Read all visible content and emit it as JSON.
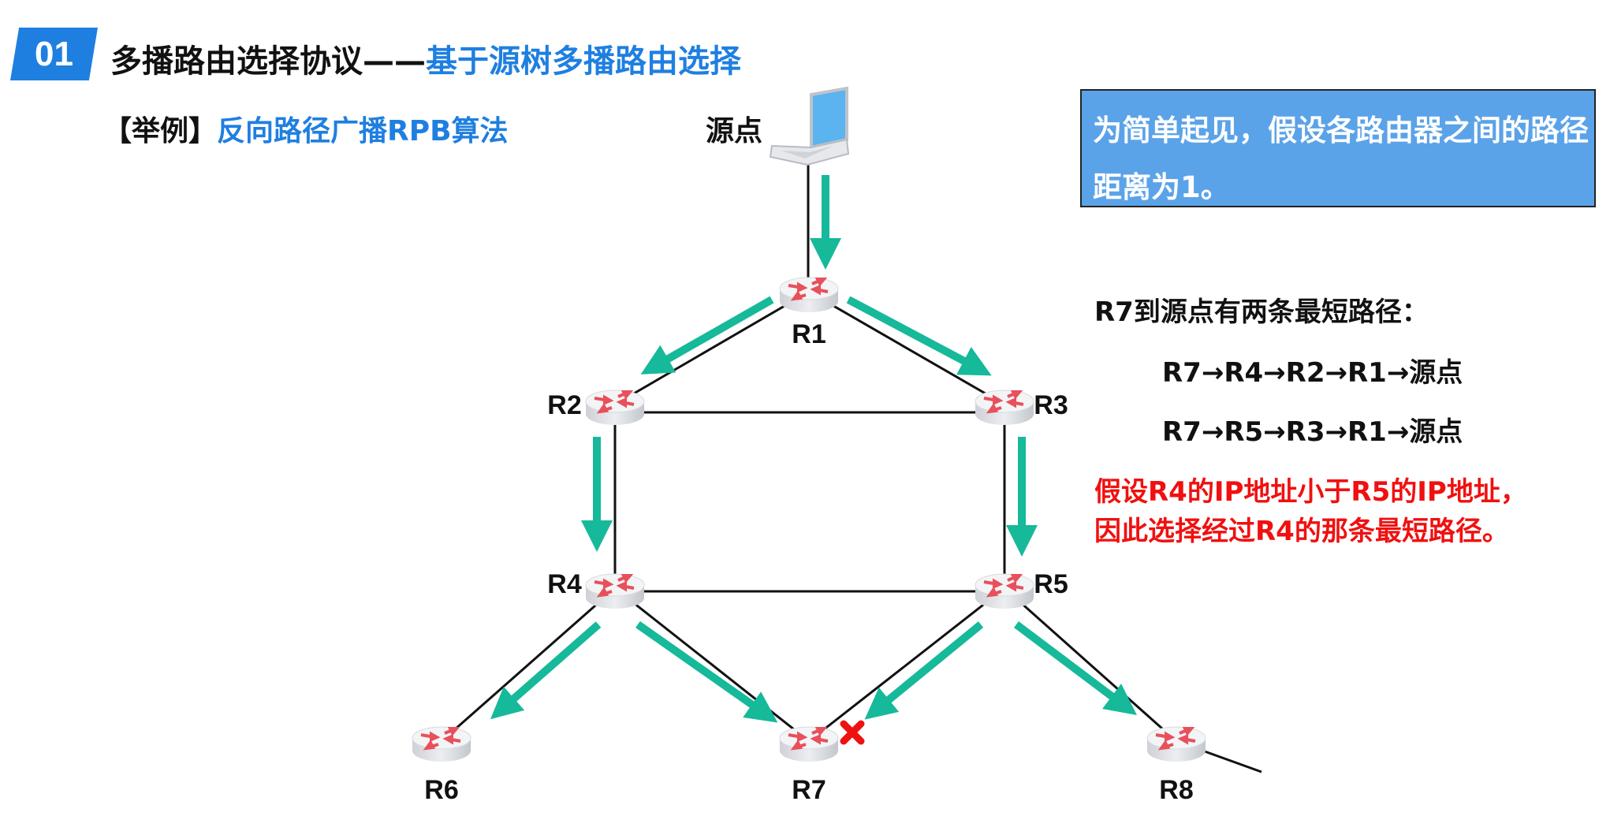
{
  "header": {
    "badge": "01",
    "title_main": "多播路由选择协议——",
    "title_sub": "基于源树多播路由选择"
  },
  "example": {
    "prefix": "【举例】",
    "title": "反向路径广播RPB算法"
  },
  "source_label": "源点",
  "note": "为简单起见，假设各路由器之间的路径距离为1。",
  "routers": {
    "r1": "R1",
    "r2": "R2",
    "r3": "R3",
    "r4": "R4",
    "r5": "R5",
    "r6": "R6",
    "r7": "R7",
    "r8": "R8"
  },
  "info": {
    "heading": "R7到源点有两条最短路径：",
    "path1": "R7→R4→R2→R1→源点",
    "path2": "R7→R5→R3→R1→源点",
    "conclusion_line1": "假设R4的IP地址小于R5的IP地址，",
    "conclusion_line2": "因此选择经过R4的那条最短路径。"
  },
  "colors": {
    "accent": "#1f7fe0",
    "arrow": "#16b99a",
    "note_bg": "#5ba3e8",
    "highlight": "#f01010"
  }
}
